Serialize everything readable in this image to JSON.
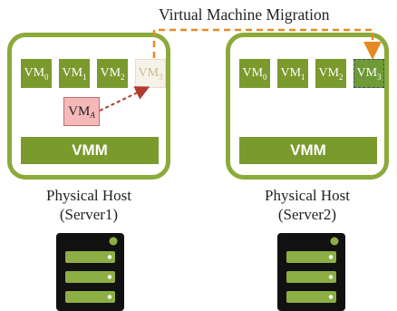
{
  "title": "Virtual Machine Migration",
  "colors": {
    "host_border": "#8aaa3a",
    "vm_fill": "#7b9a2e",
    "migration_arrow": "#e58a22",
    "attack_arrow": "#b03a2e",
    "attacker_vm": "#f6b9ba",
    "server_body": "#111111",
    "server_slot": "#8dae44"
  },
  "hosts": [
    {
      "name_line1": "Physical Host",
      "name_line2": "(Server1)",
      "vmm_label": "VMM",
      "vms": [
        {
          "base": "VM",
          "sub": "0",
          "state": "normal"
        },
        {
          "base": "VM",
          "sub": "1",
          "state": "normal"
        },
        {
          "base": "VM",
          "sub": "2",
          "state": "normal"
        },
        {
          "base": "VM",
          "sub": "3",
          "state": "migrating-source"
        }
      ],
      "attacker_vm": {
        "base": "VM",
        "sub": "A"
      }
    },
    {
      "name_line1": "Physical Host",
      "name_line2": "(Server2)",
      "vmm_label": "VMM",
      "vms": [
        {
          "base": "VM",
          "sub": "0",
          "state": "normal"
        },
        {
          "base": "VM",
          "sub": "1",
          "state": "normal"
        },
        {
          "base": "VM",
          "sub": "2",
          "state": "normal"
        },
        {
          "base": "VM",
          "sub": "3",
          "state": "migrated-target"
        }
      ]
    }
  ],
  "icons": [
    "server-rack-icon",
    "server-rack-icon"
  ]
}
